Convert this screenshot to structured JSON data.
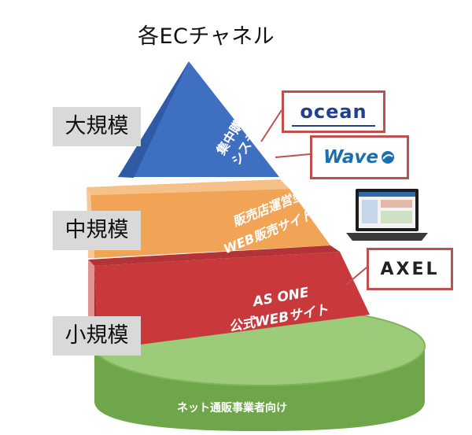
{
  "title": "各ECチャネル",
  "size_labels": {
    "large": "大規模",
    "medium": "中規模",
    "small": "小規模"
  },
  "tiers": {
    "top": {
      "line1": "集中購買",
      "line2": "システム"
    },
    "middle": {
      "line1": "販売店運営型",
      "line2": "WEB販売サイト"
    },
    "bottom": {
      "line1": "AS ONE",
      "line2": "公式WEBサイト"
    },
    "base": "ネット通販事業者向け"
  },
  "logos": {
    "ocean": "ocean",
    "wave": "Wave",
    "axel": "AXEL"
  },
  "colors": {
    "top_tier": "#3f6fc1",
    "middle_tier": "#f2a456",
    "bottom_tier": "#c9393c",
    "base": "#7fb45a",
    "logo_border": "#c0504d"
  }
}
